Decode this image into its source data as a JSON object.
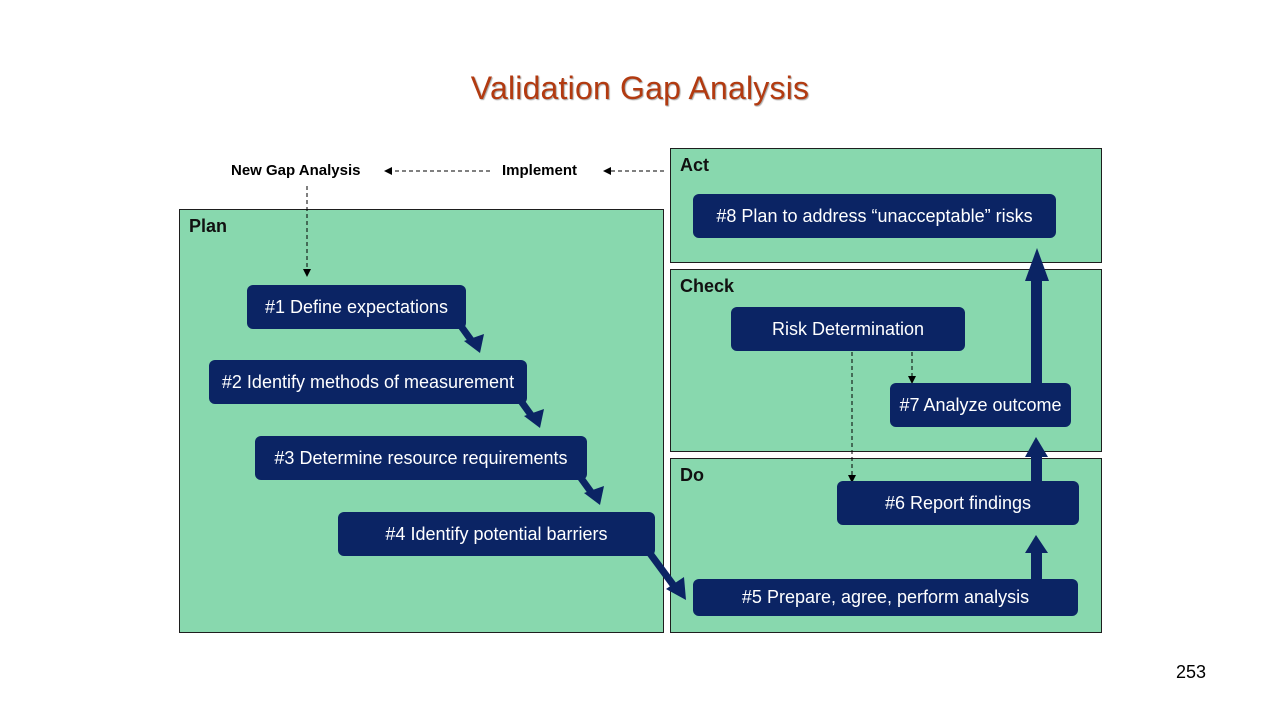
{
  "title": "Validation  Gap Analysis",
  "flow": {
    "new_gap_analysis": "New Gap Analysis",
    "implement": "Implement"
  },
  "panels": {
    "plan": "Plan",
    "act": "Act",
    "check": "Check",
    "do": "Do"
  },
  "steps": {
    "s1": "#1 Define expectations",
    "s2": "#2 Identify methods of measurement",
    "s3": "#3 Determine resource requirements",
    "s4": "#4 Identify potential barriers",
    "s5": "#5 Prepare, agree, perform analysis",
    "s6": "#6 Report findings",
    "s7": "#7 Analyze outcome",
    "s8": "#8 Plan to address “unacceptable” risks",
    "risk": "Risk Determination"
  },
  "colors": {
    "panel_fill": "#88d8ae",
    "step_fill": "#0b2464",
    "title": "#b23a10"
  },
  "page_number": "253"
}
